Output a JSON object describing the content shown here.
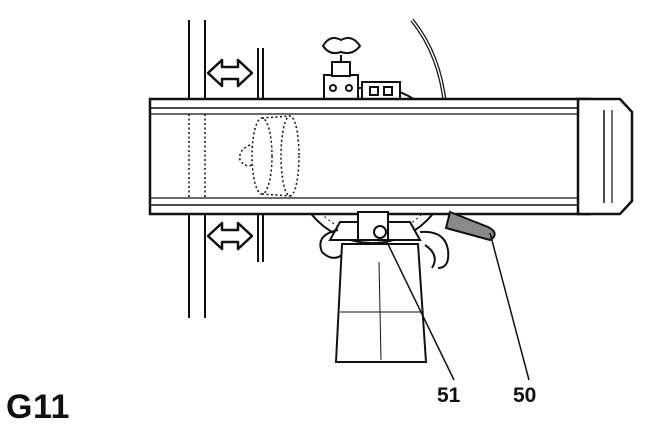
{
  "figure": {
    "label": "G11",
    "callouts": [
      {
        "id": "51",
        "text": "51"
      },
      {
        "id": "50",
        "text": "50"
      }
    ]
  },
  "colors": {
    "ink": "#111111",
    "light_fill": "#f2f2f2",
    "handle_fill": "#8a8a8a",
    "panel_fill": "#ffffff"
  }
}
